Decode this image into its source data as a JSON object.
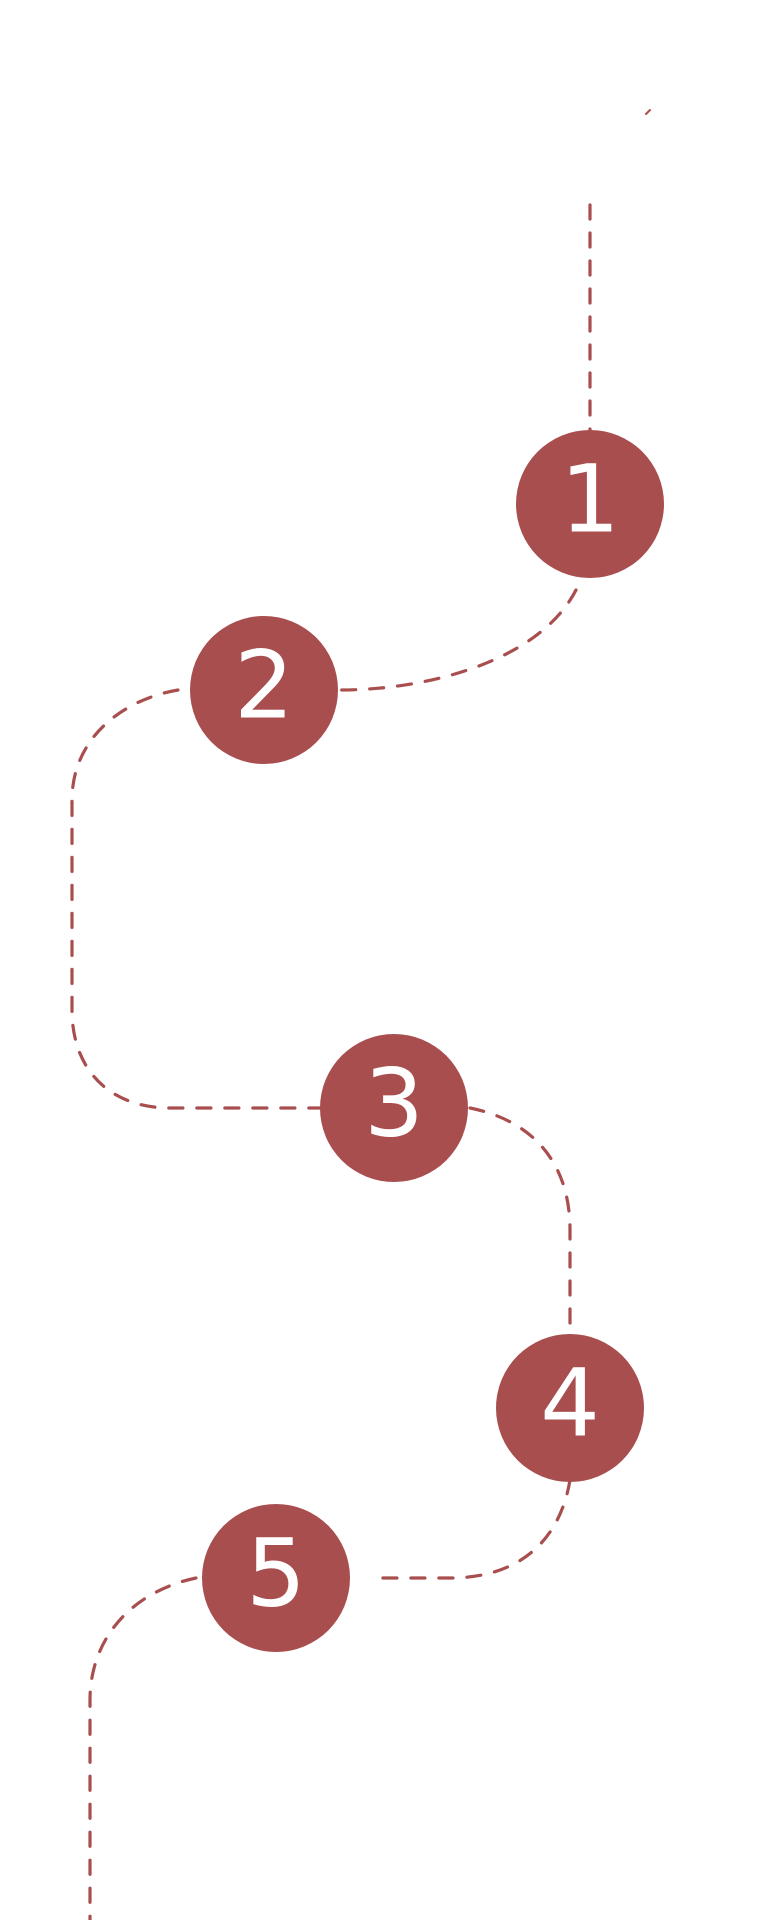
{
  "accent_color": "#a94e4e",
  "steps": [
    {
      "number": "1"
    },
    {
      "number": "2"
    },
    {
      "number": "3"
    },
    {
      "number": "4"
    },
    {
      "number": "5"
    }
  ]
}
